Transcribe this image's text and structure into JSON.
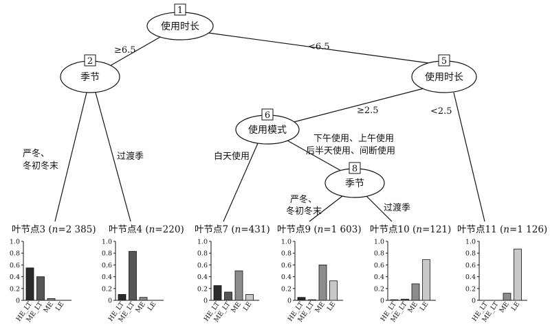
{
  "nodes": [
    {
      "id": "1",
      "label": "使用时长"
    },
    {
      "id": "2",
      "label": "季节"
    },
    {
      "id": "5",
      "label": "使用时长"
    },
    {
      "id": "6",
      "label": "使用模式"
    },
    {
      "id": "8",
      "label": "季节"
    }
  ],
  "edges": [
    {
      "from": "1",
      "to": "2",
      "label_lines": [
        "≥6.5"
      ]
    },
    {
      "from": "1",
      "to": "5",
      "label_lines": [
        "<6.5"
      ]
    },
    {
      "from": "2",
      "to": "leaf3",
      "label_lines": [
        "严冬、",
        "冬初冬末"
      ]
    },
    {
      "from": "2",
      "to": "leaf4",
      "label_lines": [
        "过渡季"
      ]
    },
    {
      "from": "5",
      "to": "6",
      "label_lines": [
        "≥2.5"
      ]
    },
    {
      "from": "5",
      "to": "leaf11",
      "label_lines": [
        "<2.5"
      ]
    },
    {
      "from": "6",
      "to": "leaf7",
      "label_lines": [
        "白天使用"
      ]
    },
    {
      "from": "6",
      "to": "8",
      "label_lines": [
        "下午使用、上午使用",
        "后半天使用、间断使用"
      ]
    },
    {
      "from": "8",
      "to": "leaf9",
      "label_lines": [
        "严冬、",
        "冬初冬末"
      ]
    },
    {
      "from": "8",
      "to": "leaf10",
      "label_lines": [
        "过渡季"
      ]
    }
  ],
  "chart_data": [
    {
      "type": "bar",
      "title_prefix": "叶节点3 (",
      "n_label": "n",
      "title_suffix": "=2 385)",
      "categories": [
        "HE_LT",
        "ME_LT",
        "ME",
        "LE"
      ],
      "values": [
        0.55,
        0.4,
        0.03,
        0.0
      ],
      "colors": [
        "#2b2b2b",
        "#555555",
        "#8c8c8c",
        "#c8c8c8"
      ],
      "yticks": [
        "0",
        "0.2",
        "0.4",
        "0.6",
        "0.8",
        "1.0"
      ],
      "ylim": [
        0,
        1
      ]
    },
    {
      "type": "bar",
      "title_prefix": "叶节点4 (",
      "n_label": "n",
      "title_suffix": "=220)",
      "categories": [
        "HE_LT",
        "ME_LT",
        "ME",
        "LE"
      ],
      "values": [
        0.1,
        0.83,
        0.05,
        0.0
      ],
      "colors": [
        "#2b2b2b",
        "#555555",
        "#8c8c8c",
        "#c8c8c8"
      ],
      "yticks": [
        "0",
        "0.2",
        "0.4",
        "0.6",
        "0.8",
        "1.0"
      ],
      "ylim": [
        0,
        1
      ]
    },
    {
      "type": "bar",
      "title_prefix": "叶节点7 (",
      "n_label": "n",
      "title_suffix": "=431)",
      "categories": [
        "HE_LT",
        "ME_LT",
        "ME",
        "LE"
      ],
      "values": [
        0.25,
        0.14,
        0.5,
        0.1
      ],
      "colors": [
        "#2b2b2b",
        "#555555",
        "#8c8c8c",
        "#c8c8c8"
      ],
      "yticks": [
        "0",
        "0.2",
        "0.4",
        "0.6",
        "0.8",
        "1.0"
      ],
      "ylim": [
        0,
        1
      ]
    },
    {
      "type": "bar",
      "title_prefix": "叶节点9 (",
      "n_label": "n",
      "title_suffix": "=1 603)",
      "categories": [
        "HE_LT",
        "ME_LT",
        "ME",
        "LE"
      ],
      "values": [
        0.05,
        0.01,
        0.6,
        0.33
      ],
      "colors": [
        "#2b2b2b",
        "#555555",
        "#8c8c8c",
        "#c8c8c8"
      ],
      "yticks": [
        "0",
        "0.2",
        "0.4",
        "0.6",
        "0.8",
        "1.0"
      ],
      "ylim": [
        0,
        1
      ]
    },
    {
      "type": "bar",
      "title_prefix": "叶节点10 (",
      "n_label": "n",
      "title_suffix": "=121)",
      "categories": [
        "HE_LT",
        "ME_LT",
        "ME",
        "LE"
      ],
      "values": [
        0.01,
        0.02,
        0.28,
        0.69
      ],
      "colors": [
        "#2b2b2b",
        "#555555",
        "#8c8c8c",
        "#c8c8c8"
      ],
      "yticks": [
        "0",
        "0.2",
        "0.4",
        "0.6",
        "0.8",
        "1.0"
      ],
      "ylim": [
        0,
        1
      ]
    },
    {
      "type": "bar",
      "title_prefix": "叶节点11 (",
      "n_label": "n",
      "title_suffix": "=1 126)",
      "categories": [
        "HE_LT",
        "ME_LT",
        "ME",
        "LE"
      ],
      "values": [
        0.0,
        0.0,
        0.12,
        0.87
      ],
      "colors": [
        "#2b2b2b",
        "#555555",
        "#8c8c8c",
        "#c8c8c8"
      ],
      "yticks": [
        "0",
        "0.2",
        "0.4",
        "0.6",
        "0.8",
        "1.0"
      ],
      "ylim": [
        0,
        1
      ]
    }
  ]
}
